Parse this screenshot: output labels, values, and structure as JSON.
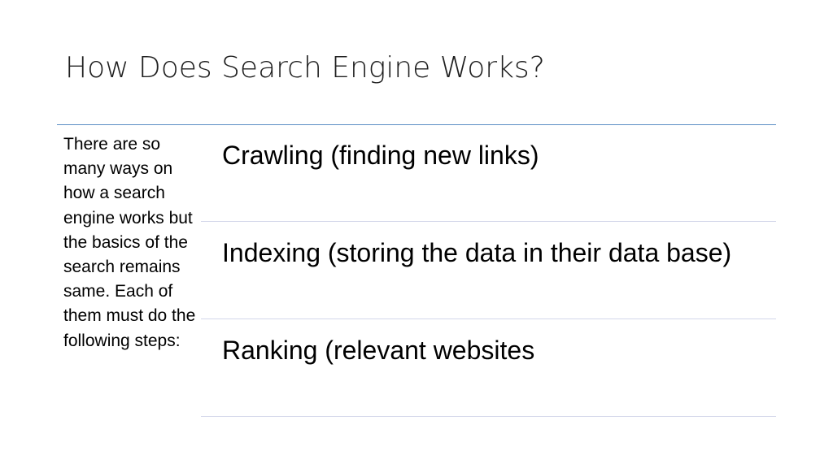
{
  "slide": {
    "title": "How Does Search Engine Works?",
    "intro_text": "There are so many ways on how a search engine works but the basics of the search remains same. Each of them must do the following steps:",
    "steps": [
      {
        "text": "Crawling (finding new links)"
      },
      {
        "text": "Indexing (storing the data in their data base)"
      },
      {
        "text": "Ranking (relevant websites"
      }
    ]
  },
  "colors": {
    "title_rule": "#5b8ec4",
    "row_divider": "#d3d6ea",
    "background": "#ffffff"
  }
}
